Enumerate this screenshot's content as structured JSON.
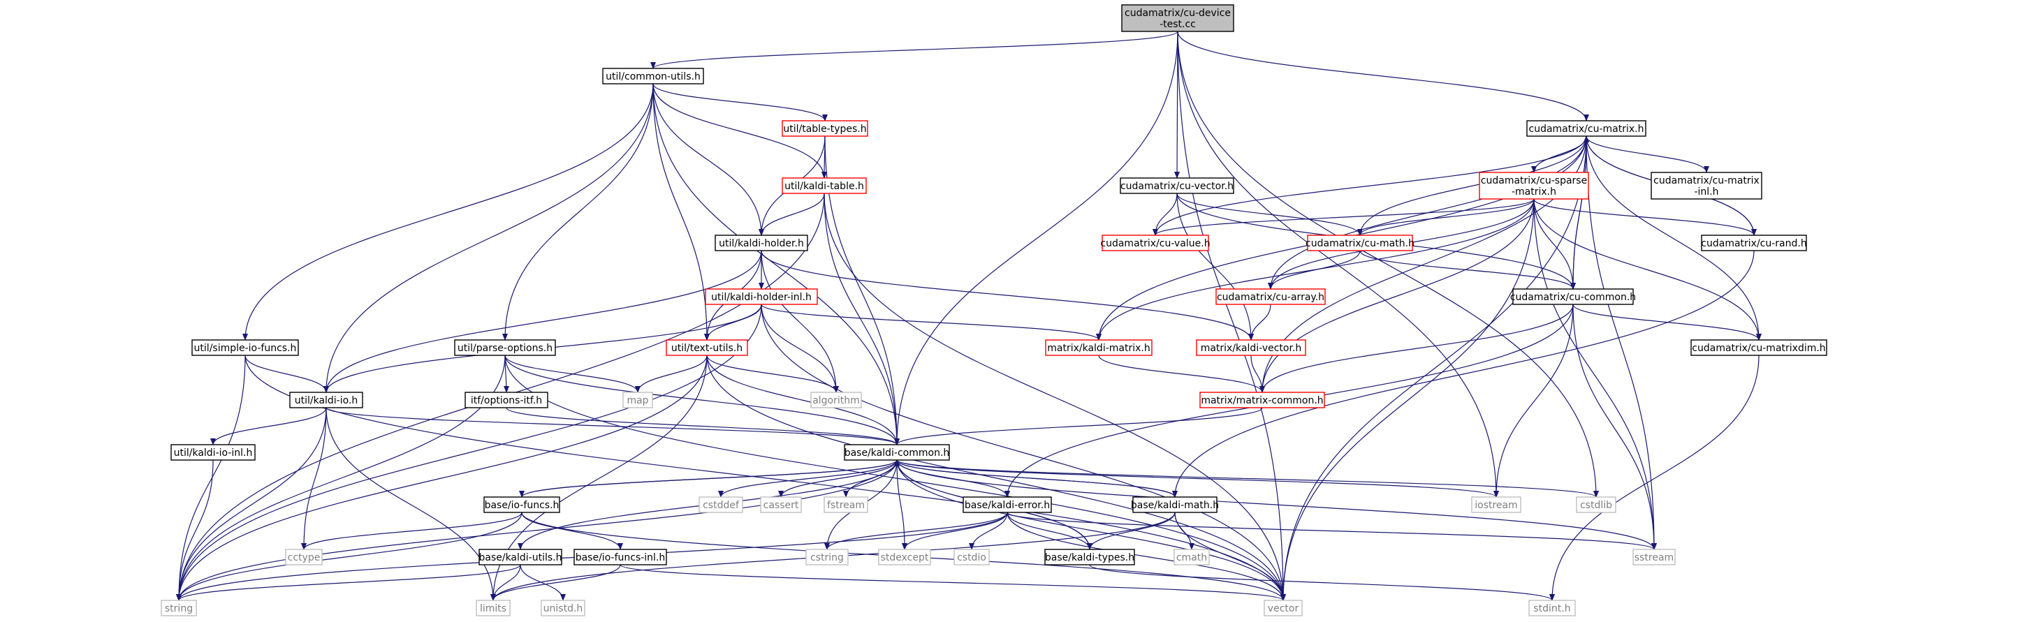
{
  "colors": {
    "root_fill": "#bfbfbf",
    "normal_border": "#000000",
    "truncated_border": "#ff0000",
    "system_border": "#bfbfbf",
    "system_text": "#7f7f7f",
    "edge": "#191970"
  },
  "nodes": [
    {
      "id": "root",
      "label": "cudamatrix/cu-device\n-test.cc",
      "style": "root"
    },
    {
      "id": "common_utils",
      "label": "util/common-utils.h",
      "style": "normal"
    },
    {
      "id": "table_types",
      "label": "util/table-types.h",
      "style": "truncated"
    },
    {
      "id": "kaldi_table",
      "label": "util/kaldi-table.h",
      "style": "truncated"
    },
    {
      "id": "kaldi_holder",
      "label": "util/kaldi-holder.h",
      "style": "normal"
    },
    {
      "id": "kaldi_holder_inl",
      "label": "util/kaldi-holder-inl.h",
      "style": "truncated"
    },
    {
      "id": "text_utils",
      "label": "util/text-utils.h",
      "style": "truncated"
    },
    {
      "id": "simple_io",
      "label": "util/simple-io-funcs.h",
      "style": "normal"
    },
    {
      "id": "parse_options",
      "label": "util/parse-options.h",
      "style": "normal"
    },
    {
      "id": "kaldi_io",
      "label": "util/kaldi-io.h",
      "style": "normal"
    },
    {
      "id": "options_itf",
      "label": "itf/options-itf.h",
      "style": "normal"
    },
    {
      "id": "kaldi_io_inl",
      "label": "util/kaldi-io-inl.h",
      "style": "normal"
    },
    {
      "id": "map",
      "label": "map",
      "style": "system"
    },
    {
      "id": "algorithm",
      "label": "algorithm",
      "style": "system"
    },
    {
      "id": "kaldi_common",
      "label": "base/kaldi-common.h",
      "style": "normal"
    },
    {
      "id": "io_funcs",
      "label": "base/io-funcs.h",
      "style": "normal"
    },
    {
      "id": "kaldi_utils",
      "label": "base/kaldi-utils.h",
      "style": "normal"
    },
    {
      "id": "io_funcs_inl",
      "label": "base/io-funcs-inl.h",
      "style": "normal"
    },
    {
      "id": "kaldi_error",
      "label": "base/kaldi-error.h",
      "style": "normal"
    },
    {
      "id": "kaldi_math",
      "label": "base/kaldi-math.h",
      "style": "normal"
    },
    {
      "id": "kaldi_types",
      "label": "base/kaldi-types.h",
      "style": "normal"
    },
    {
      "id": "cstddef",
      "label": "cstddef",
      "style": "system"
    },
    {
      "id": "cassert",
      "label": "cassert",
      "style": "system"
    },
    {
      "id": "fstream",
      "label": "fstream",
      "style": "system"
    },
    {
      "id": "cctype",
      "label": "cctype",
      "style": "system"
    },
    {
      "id": "string",
      "label": "string",
      "style": "system"
    },
    {
      "id": "limits",
      "label": "limits",
      "style": "system"
    },
    {
      "id": "unistd",
      "label": "unistd.h",
      "style": "system"
    },
    {
      "id": "cstring",
      "label": "cstring",
      "style": "system"
    },
    {
      "id": "stdexcept",
      "label": "stdexcept",
      "style": "system"
    },
    {
      "id": "cstdio",
      "label": "cstdio",
      "style": "system"
    },
    {
      "id": "cmath",
      "label": "cmath",
      "style": "system"
    },
    {
      "id": "vector",
      "label": "vector",
      "style": "system"
    },
    {
      "id": "stdint",
      "label": "stdint.h",
      "style": "system"
    },
    {
      "id": "iostream",
      "label": "iostream",
      "style": "system"
    },
    {
      "id": "cstdlib",
      "label": "cstdlib",
      "style": "system"
    },
    {
      "id": "sstream",
      "label": "sstream",
      "style": "system"
    },
    {
      "id": "cu_vector",
      "label": "cudamatrix/cu-vector.h",
      "style": "normal"
    },
    {
      "id": "cu_value",
      "label": "cudamatrix/cu-value.h",
      "style": "truncated"
    },
    {
      "id": "cu_math",
      "label": "cudamatrix/cu-math.h",
      "style": "truncated"
    },
    {
      "id": "cu_array",
      "label": "cudamatrix/cu-array.h",
      "style": "truncated"
    },
    {
      "id": "kaldi_matrix",
      "label": "matrix/kaldi-matrix.h",
      "style": "truncated"
    },
    {
      "id": "kaldi_vector",
      "label": "matrix/kaldi-vector.h",
      "style": "truncated"
    },
    {
      "id": "matrix_common",
      "label": "matrix/matrix-common.h",
      "style": "truncated"
    },
    {
      "id": "cu_matrix",
      "label": "cudamatrix/cu-matrix.h",
      "style": "normal"
    },
    {
      "id": "cu_sparse",
      "label": "cudamatrix/cu-sparse\n-matrix.h",
      "style": "truncated"
    },
    {
      "id": "cu_matrix_inl",
      "label": "cudamatrix/cu-matrix\n-inl.h",
      "style": "normal"
    },
    {
      "id": "cu_rand",
      "label": "cudamatrix/cu-rand.h",
      "style": "normal"
    },
    {
      "id": "cu_common",
      "label": "cudamatrix/cu-common.h",
      "style": "normal"
    },
    {
      "id": "cu_matrixdim",
      "label": "cudamatrix/cu-matrixdim.h",
      "style": "normal"
    }
  ],
  "edges": [
    [
      "root",
      "common_utils"
    ],
    [
      "root",
      "kaldi_common"
    ],
    [
      "root",
      "cu_vector"
    ],
    [
      "root",
      "cu_matrix"
    ],
    [
      "root",
      "vector"
    ],
    [
      "root",
      "iostream"
    ],
    [
      "root",
      "cstdlib"
    ],
    [
      "common_utils",
      "table_types"
    ],
    [
      "common_utils",
      "kaldi_table"
    ],
    [
      "common_utils",
      "kaldi_holder"
    ],
    [
      "common_utils",
      "text_utils"
    ],
    [
      "common_utils",
      "simple_io"
    ],
    [
      "common_utils",
      "parse_options"
    ],
    [
      "common_utils",
      "kaldi_io"
    ],
    [
      "common_utils",
      "kaldi_common"
    ],
    [
      "table_types",
      "kaldi_table"
    ],
    [
      "table_types",
      "kaldi_holder"
    ],
    [
      "table_types",
      "kaldi_common"
    ],
    [
      "kaldi_table",
      "kaldi_holder"
    ],
    [
      "kaldi_table",
      "kaldi_common"
    ],
    [
      "kaldi_table",
      "string"
    ],
    [
      "kaldi_table",
      "vector"
    ],
    [
      "kaldi_holder",
      "kaldi_holder_inl"
    ],
    [
      "kaldi_holder",
      "text_utils"
    ],
    [
      "kaldi_holder",
      "kaldi_io"
    ],
    [
      "kaldi_holder",
      "algorithm"
    ],
    [
      "kaldi_holder",
      "kaldi_vector"
    ],
    [
      "kaldi_holder_inl",
      "kaldi_io"
    ],
    [
      "kaldi_holder_inl",
      "text_utils"
    ],
    [
      "kaldi_holder_inl",
      "algorithm"
    ],
    [
      "kaldi_holder_inl",
      "kaldi_matrix"
    ],
    [
      "kaldi_holder_inl",
      "string"
    ],
    [
      "kaldi_holder_inl",
      "vector"
    ],
    [
      "text_utils",
      "map"
    ],
    [
      "text_utils",
      "algorithm"
    ],
    [
      "text_utils",
      "kaldi_common"
    ],
    [
      "text_utils",
      "string"
    ],
    [
      "text_utils",
      "limits"
    ],
    [
      "text_utils",
      "vector"
    ],
    [
      "simple_io",
      "kaldi_io"
    ],
    [
      "simple_io",
      "string"
    ],
    [
      "simple_io",
      "vector"
    ],
    [
      "parse_options",
      "options_itf"
    ],
    [
      "parse_options",
      "map"
    ],
    [
      "parse_options",
      "kaldi_common"
    ],
    [
      "parse_options",
      "string"
    ],
    [
      "parse_options",
      "vector"
    ],
    [
      "kaldi_io",
      "kaldi_io_inl"
    ],
    [
      "kaldi_io",
      "kaldi_common"
    ],
    [
      "kaldi_io",
      "string"
    ],
    [
      "kaldi_io",
      "limits"
    ],
    [
      "kaldi_io",
      "cctype"
    ],
    [
      "kaldi_io_inl",
      "string"
    ],
    [
      "options_itf",
      "kaldi_common"
    ],
    [
      "kaldi_common",
      "io_funcs"
    ],
    [
      "kaldi_common",
      "kaldi_utils"
    ],
    [
      "kaldi_common",
      "kaldi_error"
    ],
    [
      "kaldi_common",
      "kaldi_math"
    ],
    [
      "kaldi_common",
      "kaldi_types"
    ],
    [
      "kaldi_common",
      "cstddef"
    ],
    [
      "kaldi_common",
      "cassert"
    ],
    [
      "kaldi_common",
      "fstream"
    ],
    [
      "kaldi_common",
      "cstring"
    ],
    [
      "kaldi_common",
      "stdexcept"
    ],
    [
      "kaldi_common",
      "vector"
    ],
    [
      "kaldi_common",
      "string"
    ],
    [
      "kaldi_common",
      "iostream"
    ],
    [
      "kaldi_common",
      "cstdlib"
    ],
    [
      "kaldi_common",
      "sstream"
    ],
    [
      "io_funcs",
      "io_funcs_inl"
    ],
    [
      "io_funcs",
      "kaldi_common"
    ],
    [
      "io_funcs",
      "cctype"
    ],
    [
      "io_funcs",
      "string"
    ],
    [
      "io_funcs",
      "vector"
    ],
    [
      "io_funcs_inl",
      "limits"
    ],
    [
      "io_funcs_inl",
      "vector"
    ],
    [
      "kaldi_utils",
      "limits"
    ],
    [
      "kaldi_utils",
      "unistd"
    ],
    [
      "kaldi_utils",
      "string"
    ],
    [
      "kaldi_error",
      "kaldi_types"
    ],
    [
      "kaldi_error",
      "cstring"
    ],
    [
      "kaldi_error",
      "stdexcept"
    ],
    [
      "kaldi_error",
      "cstdio"
    ],
    [
      "kaldi_error",
      "string"
    ],
    [
      "kaldi_error",
      "vector"
    ],
    [
      "kaldi_error",
      "sstream"
    ],
    [
      "kaldi_math",
      "kaldi_common"
    ],
    [
      "kaldi_math",
      "kaldi_types"
    ],
    [
      "kaldi_math",
      "cmath"
    ],
    [
      "kaldi_math",
      "limits"
    ],
    [
      "kaldi_math",
      "vector"
    ],
    [
      "kaldi_types",
      "kaldi_common"
    ],
    [
      "kaldi_types",
      "stdint"
    ],
    [
      "cu_vector",
      "cu_value"
    ],
    [
      "cu_vector",
      "cu_math"
    ],
    [
      "cu_vector",
      "cu_common"
    ],
    [
      "cu_vector",
      "kaldi_vector"
    ],
    [
      "cu_math",
      "cu_array"
    ],
    [
      "cu_math",
      "cu_common"
    ],
    [
      "cu_array",
      "kaldi_vector"
    ],
    [
      "kaldi_matrix",
      "matrix_common"
    ],
    [
      "kaldi_vector",
      "matrix_common"
    ],
    [
      "matrix_common",
      "kaldi_common"
    ],
    [
      "cu_matrix",
      "cu_sparse"
    ],
    [
      "cu_matrix",
      "cu_matrix_inl"
    ],
    [
      "cu_matrix",
      "cu_rand"
    ],
    [
      "cu_matrix",
      "cu_common"
    ],
    [
      "cu_matrix",
      "cu_value"
    ],
    [
      "cu_matrix",
      "cu_math"
    ],
    [
      "cu_matrix",
      "cu_array"
    ],
    [
      "cu_matrix",
      "kaldi_matrix"
    ],
    [
      "cu_matrix",
      "matrix_common"
    ],
    [
      "cu_matrix",
      "cu_matrixdim"
    ],
    [
      "cu_matrix",
      "sstream"
    ],
    [
      "cu_matrix",
      "vector"
    ],
    [
      "cu_sparse",
      "cu_value"
    ],
    [
      "cu_sparse",
      "cu_math"
    ],
    [
      "cu_sparse",
      "cu_array"
    ],
    [
      "cu_sparse",
      "cu_rand"
    ],
    [
      "cu_sparse",
      "cu_common"
    ],
    [
      "cu_sparse",
      "kaldi_matrix"
    ],
    [
      "cu_sparse",
      "matrix_common"
    ],
    [
      "cu_sparse",
      "cu_matrixdim"
    ],
    [
      "cu_sparse",
      "sstream"
    ],
    [
      "cu_sparse",
      "vector"
    ],
    [
      "cu_rand",
      "cu_matrix"
    ],
    [
      "cu_rand",
      "kaldi_math"
    ],
    [
      "cu_common",
      "cu_matrixdim"
    ],
    [
      "cu_common",
      "kaldi_error"
    ],
    [
      "cu_common",
      "matrix_common"
    ],
    [
      "cu_common",
      "iostream"
    ],
    [
      "cu_common",
      "sstream"
    ],
    [
      "cu_common",
      "cu_matrix"
    ],
    [
      "cu_matrixdim",
      "stdint"
    ]
  ]
}
